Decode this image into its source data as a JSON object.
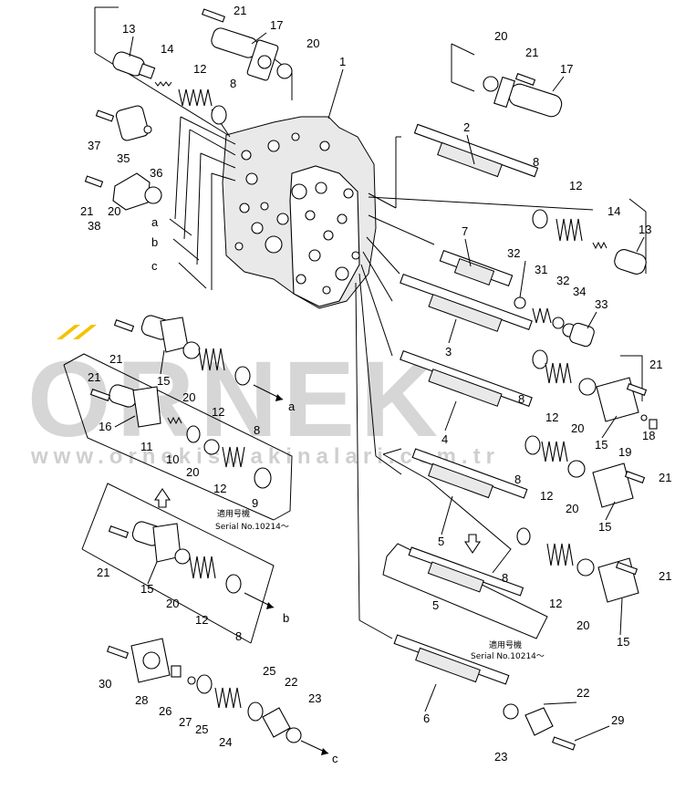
{
  "watermark": {
    "brand": "ORNEK",
    "url": "www.ornekismakinalari.com.tr",
    "accent_color": "#f2c300"
  },
  "serial_notes": [
    {
      "top": "適用号機",
      "serial": "Serial No.10214～"
    },
    {
      "top": "適用号機",
      "serial": "Serial No.10214～"
    }
  ],
  "connectors": {
    "a": "a",
    "b": "b",
    "c": "c"
  },
  "callouts": [
    "1",
    "2",
    "3",
    "4",
    "5",
    "5",
    "6",
    "7",
    "8",
    "9",
    "10",
    "11",
    "12",
    "13",
    "14",
    "15",
    "16",
    "17",
    "18",
    "19",
    "20",
    "21",
    "22",
    "23",
    "24",
    "25",
    "26",
    "27",
    "28",
    "29",
    "30",
    "31",
    "32",
    "33",
    "34",
    "35",
    "36",
    "37",
    "38"
  ]
}
